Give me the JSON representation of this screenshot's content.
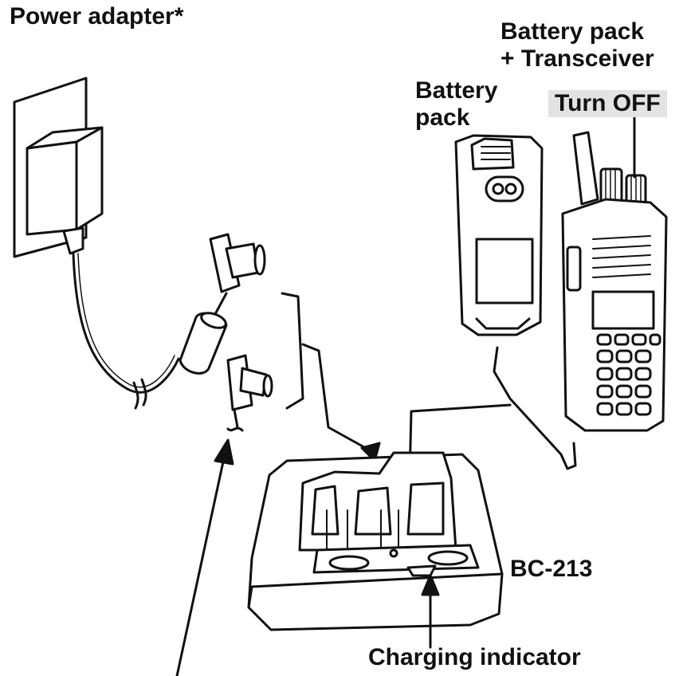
{
  "labels": {
    "power_adapter": "Power adapter*",
    "battery_pack_transceiver": [
      "Battery pack",
      "+ Transceiver"
    ],
    "battery_pack": [
      "Battery",
      "pack"
    ],
    "turn_off": "Turn OFF",
    "charger_model": "BC-213",
    "charging_indicator": "Charging indicator"
  },
  "colors": {
    "line": "#111111",
    "fill": "#ffffff",
    "highlight": "#e3e3e3"
  }
}
